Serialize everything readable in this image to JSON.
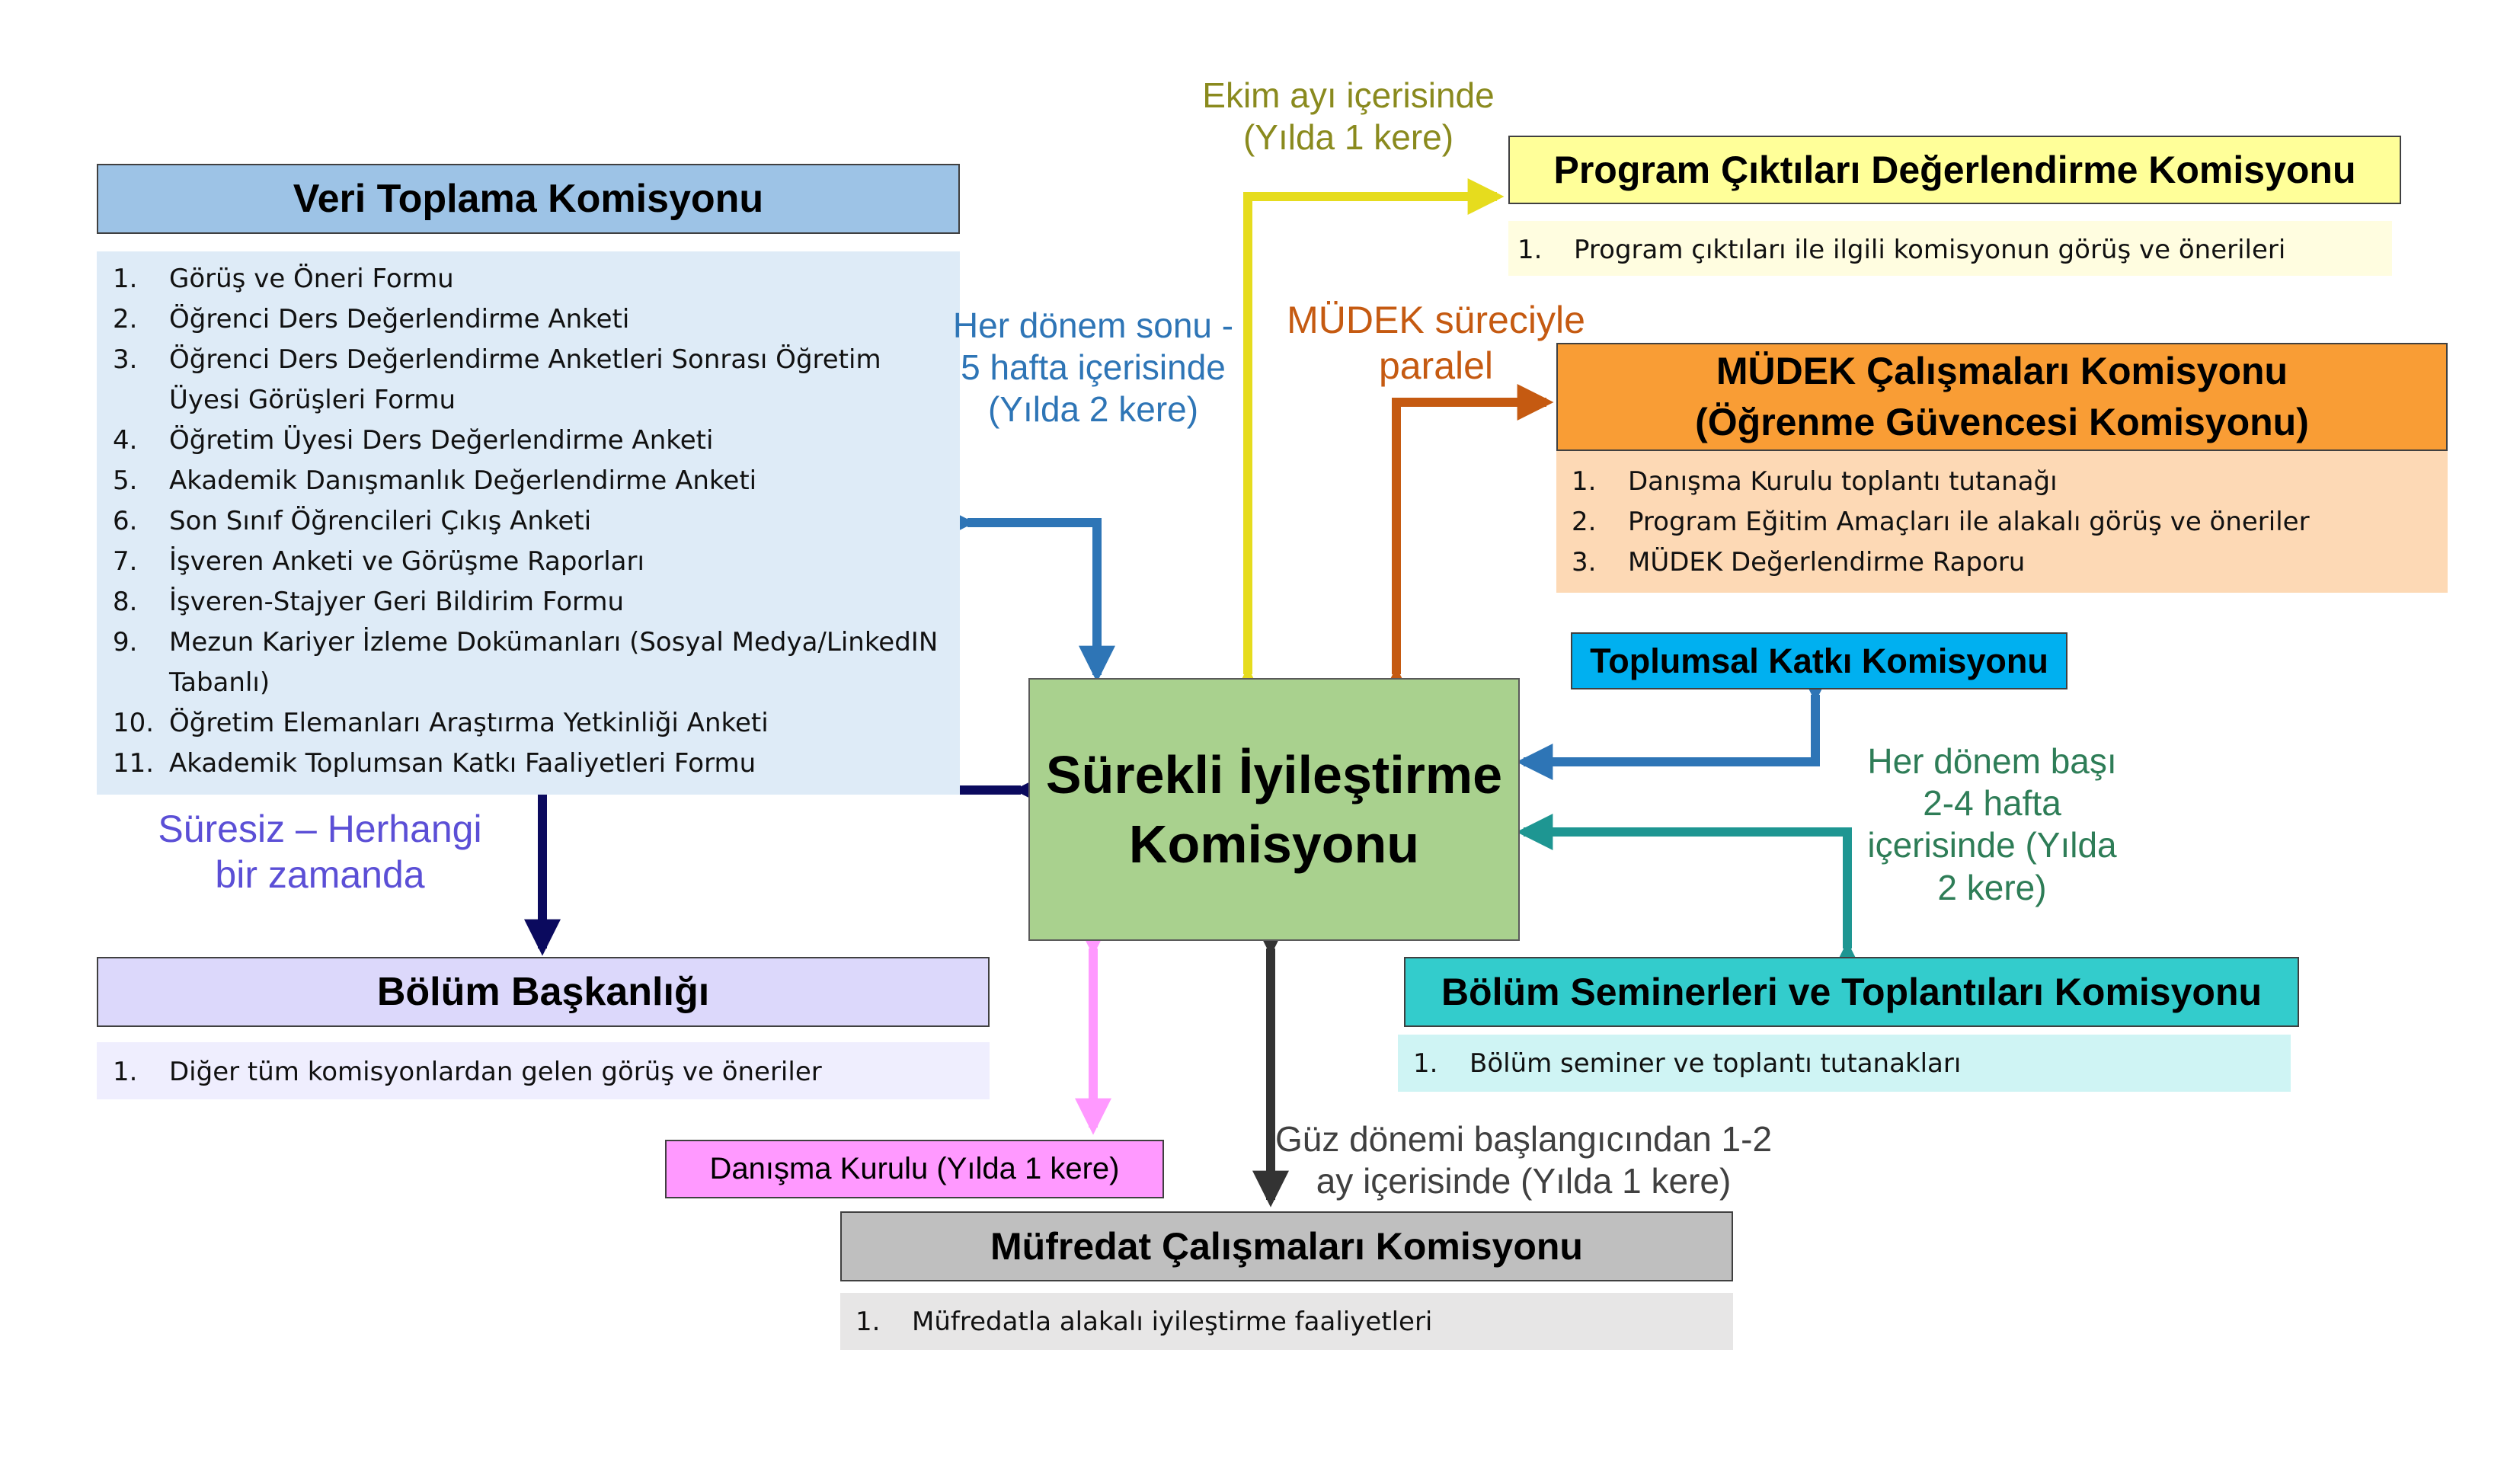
{
  "center": {
    "line1": "Sürekli İyileştirme",
    "line2": "Komisyonu"
  },
  "veri": {
    "title": "Veri Toplama Komisyonu",
    "items": [
      {
        "n": "1.",
        "t": "Görüş ve Öneri Formu"
      },
      {
        "n": "2.",
        "t": "Öğrenci Ders Değerlendirme Anketi"
      },
      {
        "n": "3.",
        "t": "Öğrenci Ders Değerlendirme Anketleri Sonrası Öğretim Üyesi Görüşleri Formu"
      },
      {
        "n": "4.",
        "t": "Öğretim Üyesi Ders Değerlendirme Anketi"
      },
      {
        "n": "5.",
        "t": "Akademik Danışmanlık Değerlendirme Anketi"
      },
      {
        "n": "6.",
        "t": "Son Sınıf Öğrencileri Çıkış Anketi"
      },
      {
        "n": "7.",
        "t": "İşveren Anketi ve Görüşme Raporları"
      },
      {
        "n": "8.",
        "t": "İşveren-Stajyer Geri Bildirim Formu"
      },
      {
        "n": "9.",
        "t": "Mezun Kariyer İzleme Dokümanları (Sosyal Medya/LinkedIN Tabanlı)"
      },
      {
        "n": "10.",
        "t": "Öğretim Elemanları Araştırma Yetkinliği Anketi"
      },
      {
        "n": "11.",
        "t": "Akademik Toplumsan Katkı Faaliyetleri Formu"
      }
    ]
  },
  "program": {
    "title": "Program Çıktıları Değerlendirme Komisyonu",
    "items": [
      {
        "n": "1.",
        "t": "Program çıktıları ile ilgili komisyonun görüş ve önerileri"
      }
    ]
  },
  "mudek": {
    "title_line1": "MÜDEK Çalışmaları Komisyonu",
    "title_line2": "(Öğrenme Güvencesi Komisyonu)",
    "items": [
      {
        "n": "1.",
        "t": "Danışma Kurulu toplantı tutanağı"
      },
      {
        "n": "2.",
        "t": "Program Eğitim Amaçları ile alakalı görüş ve öneriler"
      },
      {
        "n": "3.",
        "t": "MÜDEK Değerlendirme Raporu"
      }
    ]
  },
  "toplumsal": {
    "title": "Toplumsal Katkı Komisyonu"
  },
  "seminer": {
    "title": "Bölüm Seminerleri ve Toplantıları Komisyonu",
    "items": [
      {
        "n": "1.",
        "t": "Bölüm seminer ve toplantı tutanakları"
      }
    ]
  },
  "baskan": {
    "title": "Bölüm Başkanlığı",
    "items": [
      {
        "n": "1.",
        "t": "Diğer tüm komisyonlardan gelen görüş ve öneriler"
      }
    ]
  },
  "danisma": {
    "title": "Danışma Kurulu (Yılda  1 kere)"
  },
  "mufredat": {
    "title": "Müfredat Çalışmaları Komisyonu",
    "items": [
      {
        "n": "1.",
        "t": "Müfredatla alakalı iyileştirme faaliyetleri"
      }
    ]
  },
  "labels": {
    "ekim": [
      "Ekim ayı içerisinde",
      "(Yılda 1 kere)"
    ],
    "her_donem_sonu": [
      "Her dönem sonu -",
      "5 hafta içerisinde",
      "(Yılda 2 kere)"
    ],
    "mudek_sureci": [
      "MÜDEK süreciyle",
      "paralel"
    ],
    "her_donem_basi": [
      "Her dönem başı",
      "2-4 hafta",
      "içerisinde (Yılda",
      "2 kere)"
    ],
    "suresiz": [
      "Süresiz – Herhangi",
      "bir zamanda"
    ],
    "guz": [
      "Güz dönemi başlangıcından 1-2",
      "ay içerisinde (Yılda 1 kere)"
    ]
  },
  "colors": {
    "center": "#a9d18e",
    "veri_header": "#9dc3e6",
    "veri_body": "#deebf7",
    "program_header": "#ffff99",
    "program_body": "#fffde0",
    "mudek_header": "#f99d35",
    "mudek_body": "#fdd9b5",
    "toplumsal": "#00b0f0",
    "seminer_header": "#33cccc",
    "seminer_body": "#cff4f4",
    "baskan_header": "#dcd8fb",
    "baskan_body": "#efeefe",
    "danisma": "#ff99ff",
    "mufredat_header": "#bfbfbf",
    "mufredat_body": "#e7e6e6",
    "arrow_blue": "#2e75b6",
    "arrow_yellow": "#e6dc1e",
    "arrow_orange": "#c55a11",
    "arrow_navy": "#0b0a5e",
    "arrow_teal": "#1e9692",
    "arrow_pink": "#ff99ff",
    "arrow_dark": "#333333",
    "label_olive": "#8a8a1e",
    "label_blue": "#2e75b6",
    "label_orange": "#c55a11",
    "label_green": "#2e7d57",
    "label_purple": "#5b4fd6",
    "label_gray": "#404040"
  }
}
